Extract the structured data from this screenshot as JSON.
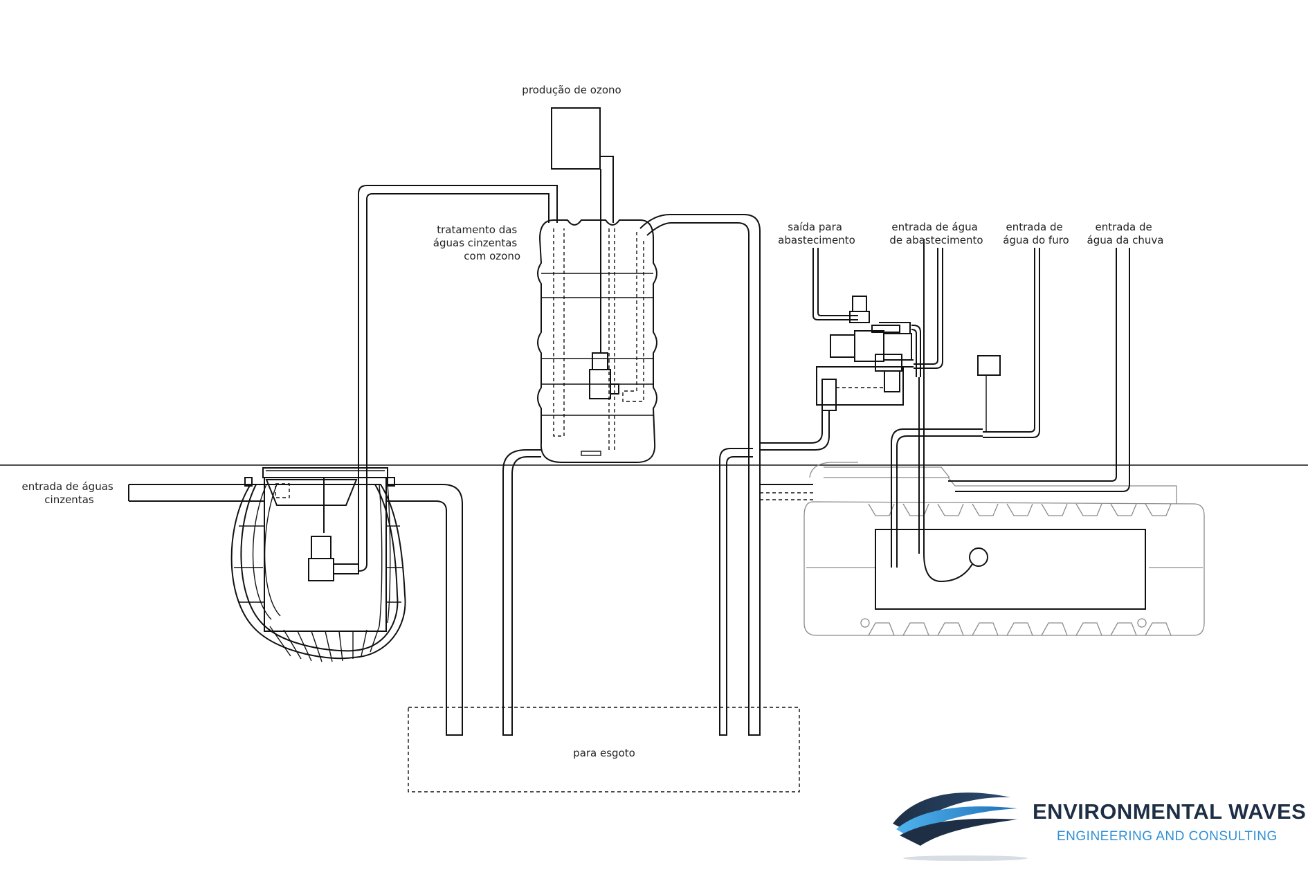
{
  "labels": {
    "ozone": "produção de ozono",
    "treatment": [
      "tratamento das",
      "águas cinzentas",
      "com ozono"
    ],
    "greywater_in": [
      "entrada de águas",
      "cinzentas"
    ],
    "supply_out": [
      "saída para",
      "abastecimento"
    ],
    "supply_in": [
      "entrada de água",
      "de abastecimento"
    ],
    "borehole_in": [
      "entrada de",
      "água do furo"
    ],
    "rain_in": [
      "entrada de",
      "água da chuva"
    ],
    "sewer": "para esgoto"
  },
  "brand": {
    "name": "ENVIRONMENTAL WAVES",
    "tagline": "ENGINEERING AND CONSULTING",
    "colors": {
      "dark": "#1e2f45",
      "accent": "#2f8fd6"
    }
  }
}
